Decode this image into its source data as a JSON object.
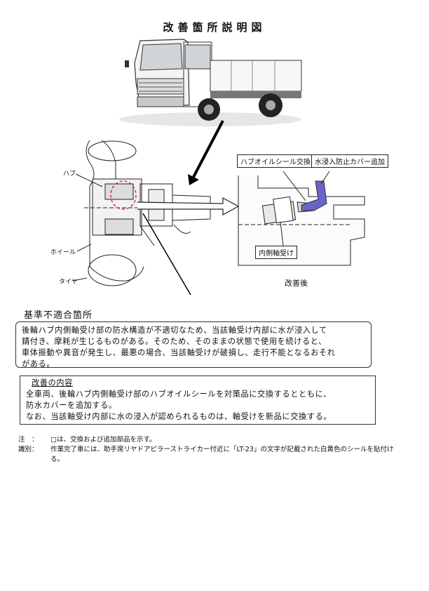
{
  "page": {
    "title": "改善箇所説明図"
  },
  "figure": {
    "labels": {
      "hub": "ハブ",
      "wheel": "ホイール",
      "tire": "タイヤ",
      "after": "改善後"
    },
    "callouts": {
      "hub_oil_seal": "ハブオイルシール交換",
      "water_cover": "水浸入防止カバー追加",
      "inner_bearing": "内側軸受け"
    }
  },
  "nonconformity": {
    "heading": "基準不適合箇所",
    "lines": [
      "後輪ハブ内側軸受け部の防水構造が不適切なため、当該軸受け内部に水が浸入して",
      "錆付き、摩耗が生じるものがある。そのため、そのままの状態で使用を続けると、",
      "車体振動や異音が発生し、最悪の場合、当該軸受けが破損し、走行不能となるおそれ",
      "がある。"
    ]
  },
  "improvement": {
    "heading": "改善の内容",
    "lines": [
      "全車両、後輪ハブ内側軸受け部のハブオイルシールを対策品に交換するとともに、",
      "防水カバーを追加する。",
      "なお、当該軸受け内部に水の浸入が認められるものは、軸受けを新品に交換する。"
    ]
  },
  "notes": [
    {
      "key": "注　：",
      "text": "□は、交換および追加部品を示す。"
    },
    {
      "key": "識別：",
      "text": "作業完了車には、助手席リヤドアピラーストライカー付近に「LT-23」の文字が記載された白黄色のシールを貼付ける。"
    }
  ],
  "colors": {
    "added_part": "#6b63c9"
  }
}
